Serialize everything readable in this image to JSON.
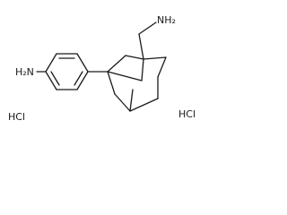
{
  "molecule": {
    "labels": {
      "amine_aryl": "H₂N",
      "amine_methyl": "NH₂"
    },
    "counter_ions": [
      "HCl",
      "HCl"
    ]
  }
}
